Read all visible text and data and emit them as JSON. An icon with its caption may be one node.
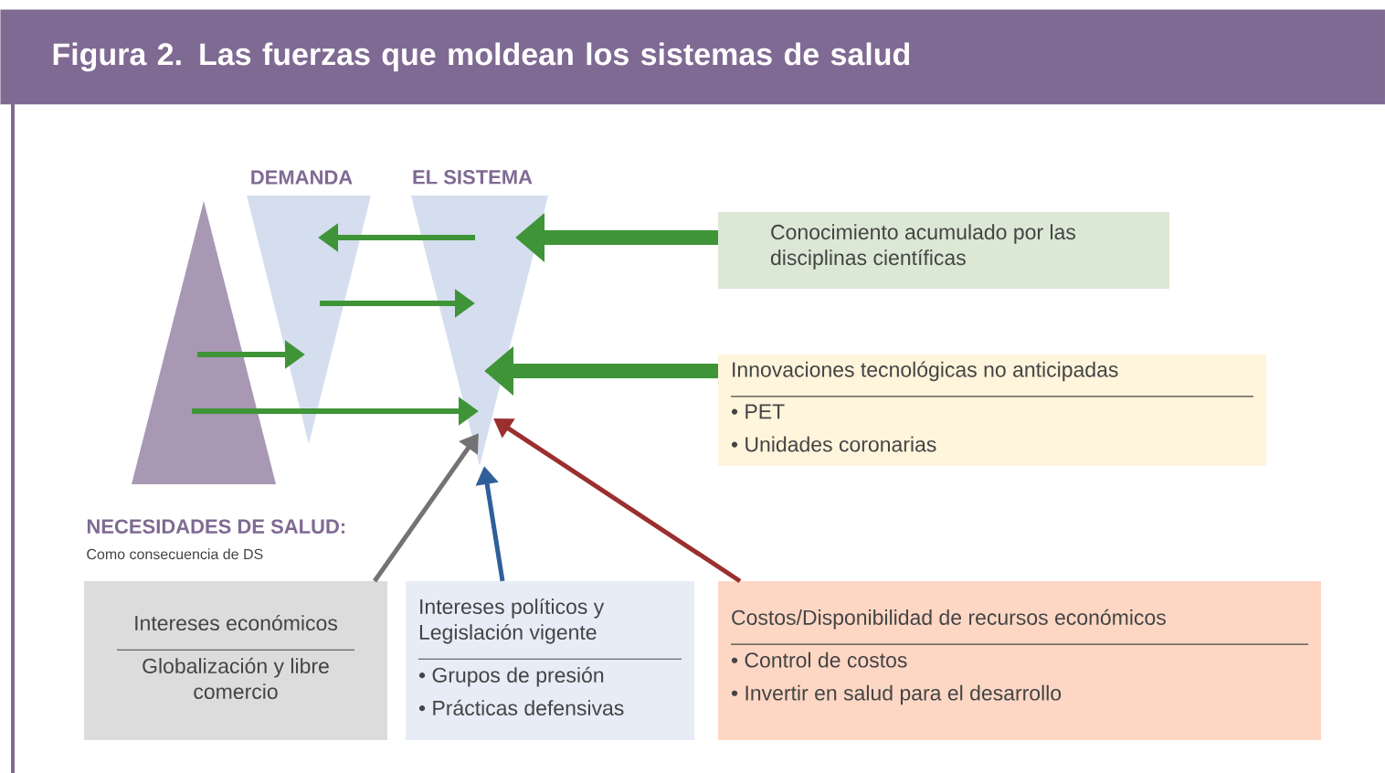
{
  "diagram": {
    "title": "Figura 2. Las fuerzas que moldean los sistemas de salud",
    "nodes": [
      {
        "text": [
          "NECESIDADES DE SALUD:",
          "Como consecuencia de DS"
        ]
      },
      {
        "text": [
          "DEMANDA"
        ]
      },
      {
        "text": [
          "EL SISTEMA"
        ]
      },
      {
        "text": [
          "Conocimiento acumulado por las disciplinas científicas"
        ]
      },
      {
        "text": [
          "Innovaciones tecnológicas no anticipadas",
          "• PET",
          "• Unidades coronarias"
        ]
      },
      {
        "text": [
          "Intereses económicos",
          "Globalización y libre comercio"
        ]
      },
      {
        "text": [
          "Intereses políticos y Legislación vigente",
          "• Grupos de presión",
          "• Prácticas defensivas"
        ]
      },
      {
        "text": [
          "Costos/Disponibilidad de recursos económicos",
          "• Control de costos",
          "• Invertir en salud  para el desarrollo"
        ]
      }
    ],
    "edges": [
      {
        "from": 3,
        "to": 2,
        "arrow": "to",
        "style": "thick"
      },
      {
        "from": 2,
        "to": 1,
        "arrow": "to"
      },
      {
        "from": 1,
        "to": 2,
        "arrow": "to"
      },
      {
        "from": 0,
        "to": 1,
        "arrow": "to"
      },
      {
        "from": 4,
        "to": 2,
        "arrow": "to",
        "style": "thick"
      },
      {
        "from": 0,
        "to": 2,
        "arrow": "to"
      },
      {
        "from": 5,
        "to": 2,
        "arrow": "to",
        "color": "#737373"
      },
      {
        "from": 6,
        "to": 2,
        "arrow": "to",
        "color": "#2f5f9a"
      },
      {
        "from": 7,
        "to": 2,
        "arrow": "to",
        "color": "#9b2f2f"
      }
    ]
  }
}
